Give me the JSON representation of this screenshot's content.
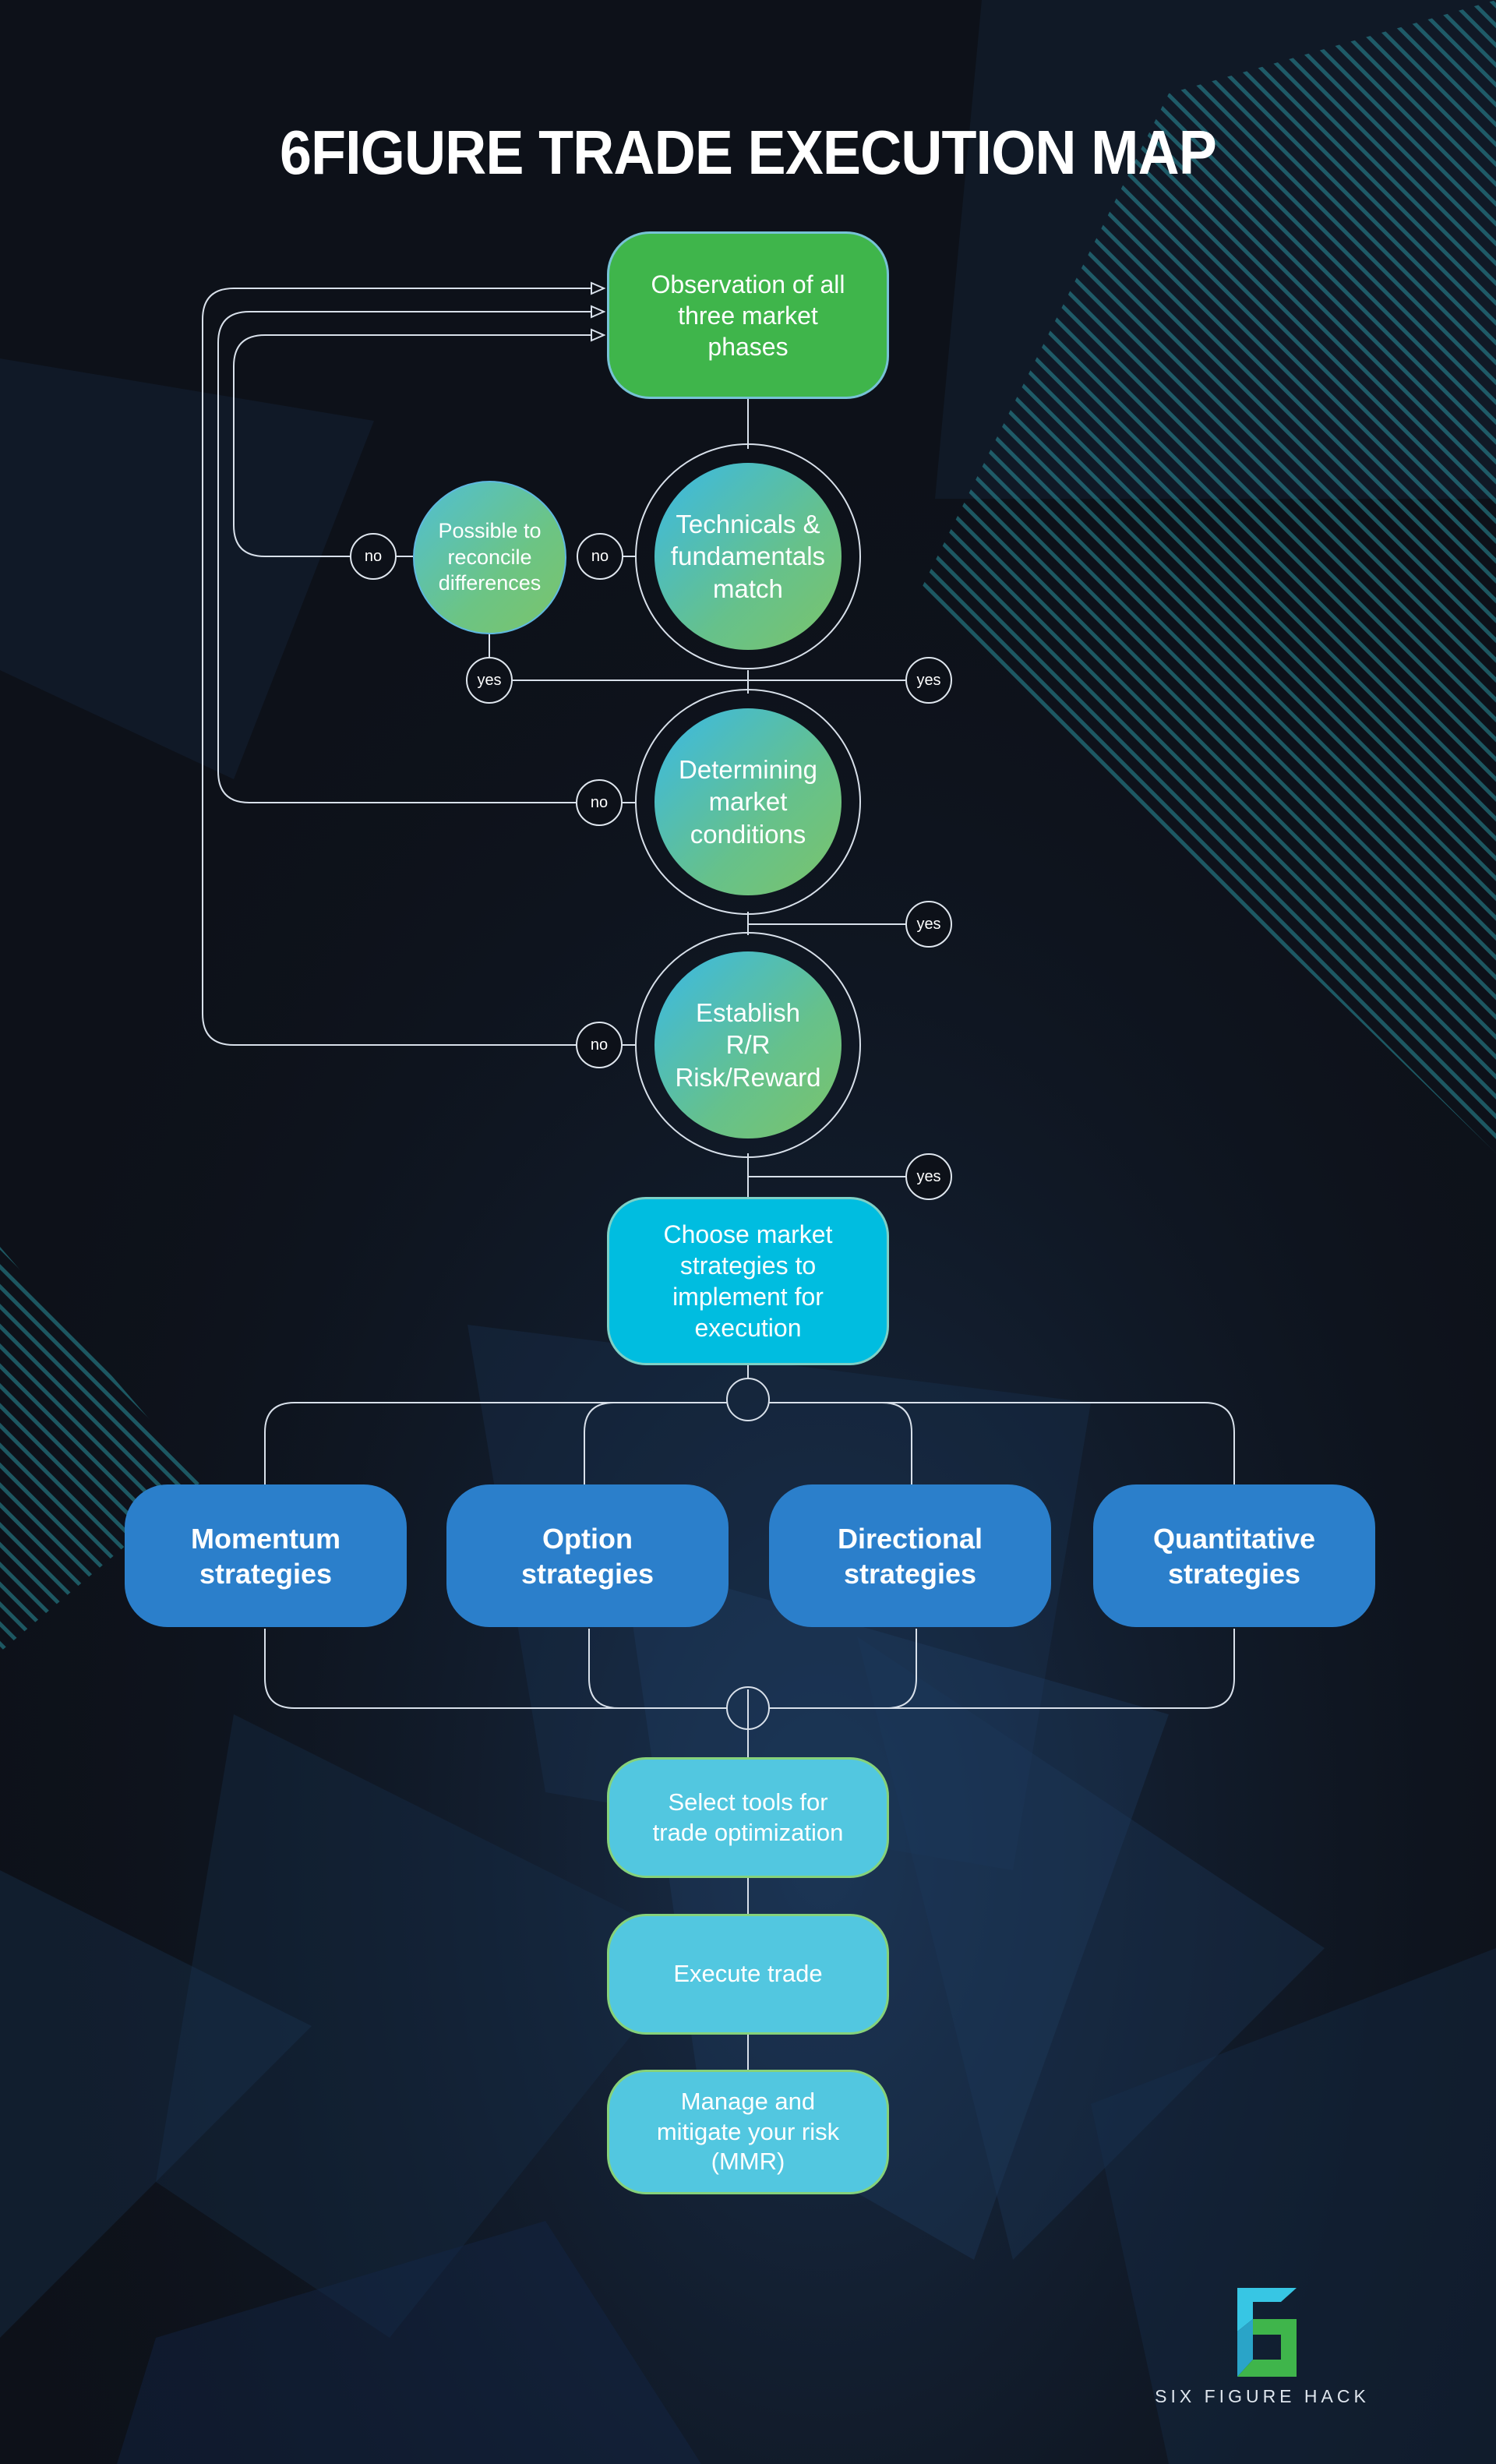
{
  "title": "6FIGURE TRADE EXECUTION MAP",
  "nodes": {
    "observation": "Observation of all\nthree market\nphases",
    "technicals": "Technicals &\nfundamentals\nmatch",
    "reconcile": "Possible to\nreconcile\ndifferences",
    "market_conditions": "Determining\nmarket\nconditions",
    "risk_reward": "Establish\nR/R\nRisk/Reward",
    "choose_strategies": "Choose market\nstrategies to\nimplement for\nexecution",
    "select_tools": "Select tools for\ntrade optimization",
    "execute": "Execute trade",
    "manage_risk": "Manage and\nmitigate your risk\n(MMR)"
  },
  "strategies": [
    "Momentum\nstrategies",
    "Option\nstrategies",
    "Directional\nstrategies",
    "Quantitative\nstrategies"
  ],
  "badges": {
    "no": "no",
    "yes": "yes"
  },
  "logo": {
    "text": "SIX FIGURE HACK",
    "colors": {
      "green": "#3fb54b",
      "cyan": "#37c6e4"
    }
  },
  "colors": {
    "background": "#0d1119",
    "start_green": "#3fb54b",
    "choose_cyan": "#00bde0",
    "strategy_blue": "#2b7fcb",
    "step_light_blue": "#52c7e0",
    "line": "#d8e0ea"
  }
}
